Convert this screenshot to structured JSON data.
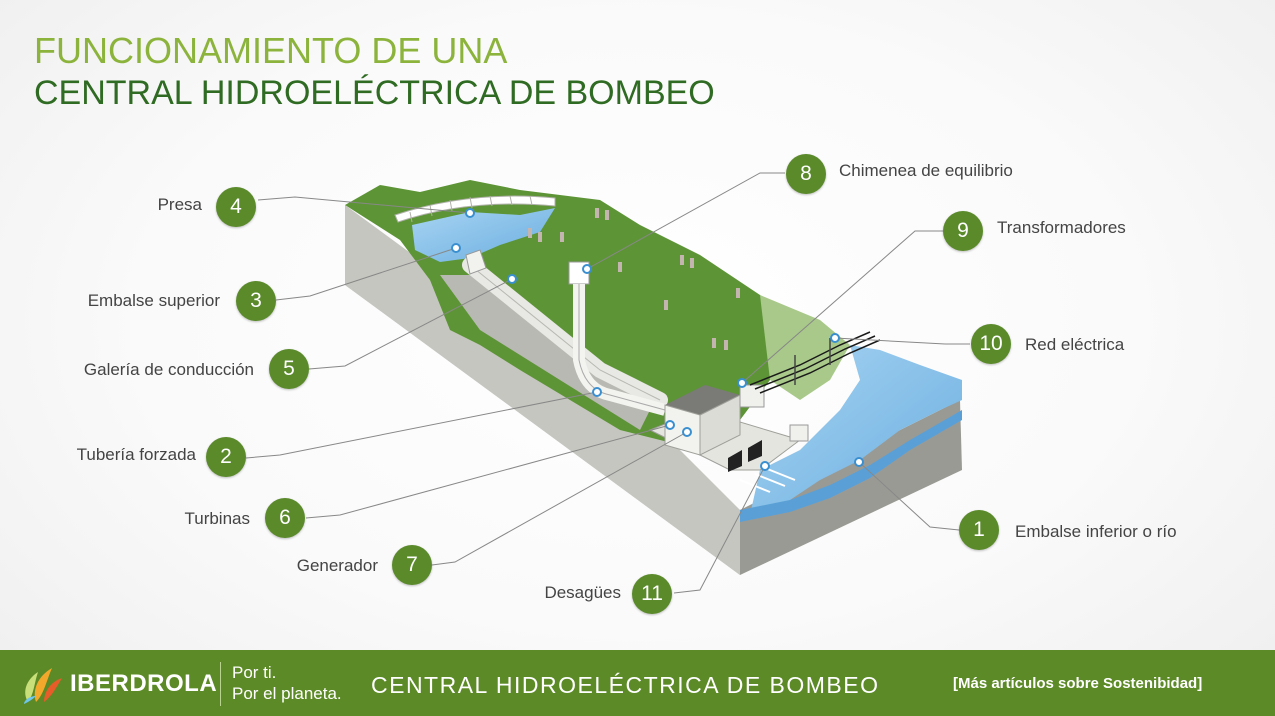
{
  "title": {
    "line1": "FUNCIONAMIENTO DE UNA",
    "line2": "CENTRAL HIDROELÉCTRICA DE BOMBEO"
  },
  "components": {
    "presa": {
      "number": "4",
      "label": "Presa"
    },
    "embalse_superior": {
      "number": "3",
      "label": "Embalse superior"
    },
    "galeria": {
      "number": "5",
      "label": "Galería de conducción"
    },
    "tuberia": {
      "number": "2",
      "label": "Tubería forzada"
    },
    "turbinas": {
      "number": "6",
      "label": "Turbinas"
    },
    "generador": {
      "number": "7",
      "label": "Generador"
    },
    "desagues": {
      "number": "11",
      "label": "Desagües"
    },
    "chimenea": {
      "number": "8",
      "label": "Chimenea de equilibrio"
    },
    "transformadores": {
      "number": "9",
      "label": "Transformadores"
    },
    "red": {
      "number": "10",
      "label": "Red eléctrica"
    },
    "embalse_inferior": {
      "number": "1",
      "label": "Embalse inferior o río"
    }
  },
  "footer": {
    "brand": "IBERDROLA",
    "slogan_line1": "Por ti.",
    "slogan_line2": "Por el planeta.",
    "title": "CENTRAL HIDROELÉCTRICA DE BOMBEO",
    "link": "[Más artículos sobre Sostenibidad]"
  },
  "colors": {
    "title_light": "#8cb43c",
    "title_dark": "#2f6b22",
    "badge": "#5a8a2a",
    "footer": "#5c8a26",
    "water": "#8cc3ea",
    "terrain": "#5d9436",
    "rock": "#c9c9c4"
  },
  "icons": {
    "logo": "iberdrola-leaf-icon"
  }
}
